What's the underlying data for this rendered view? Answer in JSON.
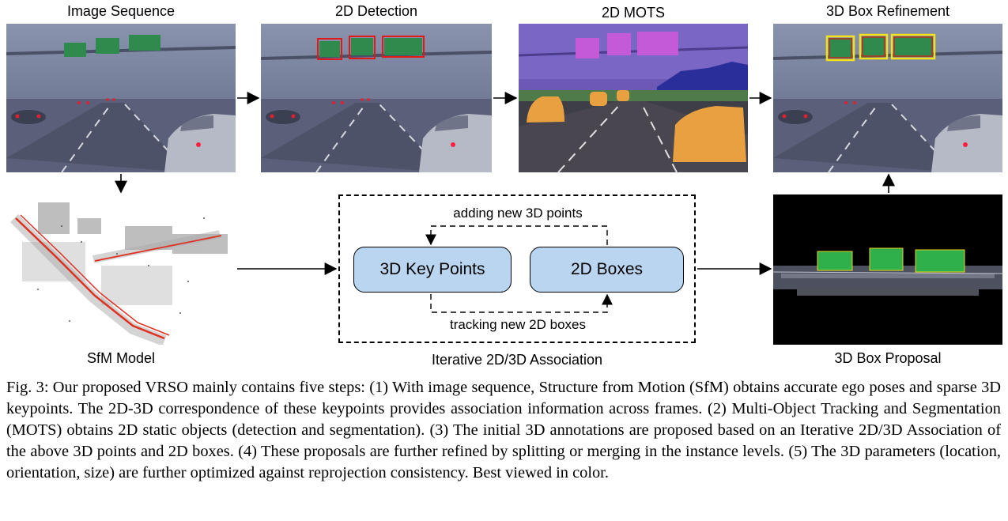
{
  "panels": {
    "image_sequence": "Image Sequence",
    "detection": "2D Detection",
    "mots": "2D MOTS",
    "refinement": "3D Box Refinement",
    "sfm": "SfM Model",
    "proposal": "3D Box Proposal"
  },
  "association": {
    "title": "Iterative 2D/3D Association",
    "node_keypoints": "3D Key Points",
    "node_boxes": "2D Boxes",
    "loop_top": "adding new 3D points",
    "loop_bottom": "tracking new 2D boxes"
  },
  "caption": "Fig. 3: Our proposed VRSO mainly contains five steps: (1) With image sequence, Structure from Motion (SfM) obtains accurate ego poses and sparse 3D keypoints. The 2D-3D correspondence of these keypoints provides association information across frames. (2) Multi-Object Tracking and Segmentation (MOTS) obtains 2D static objects (detection and segmentation). (3) The initial 3D annotations are proposed based on an Iterative 2D/3D Association of the above 3D points and 2D boxes. (4) These proposals are further refined by splitting or merging in the instance levels. (5) The 3D parameters (location, orientation, size) are further optimized against reprojection consistency. Best viewed in color.",
  "colors": {
    "node_fill": "#b9d5f0",
    "detection_box": "#e01818",
    "refine_box": "#f2e21a",
    "sign_green": "#2f8a4e",
    "mots_purple": "#6d58b8",
    "mots_magenta": "#c45ad8",
    "mots_orange": "#e8a040",
    "proposal_green": "#2fb04a",
    "sfm_track": "#e03020"
  }
}
